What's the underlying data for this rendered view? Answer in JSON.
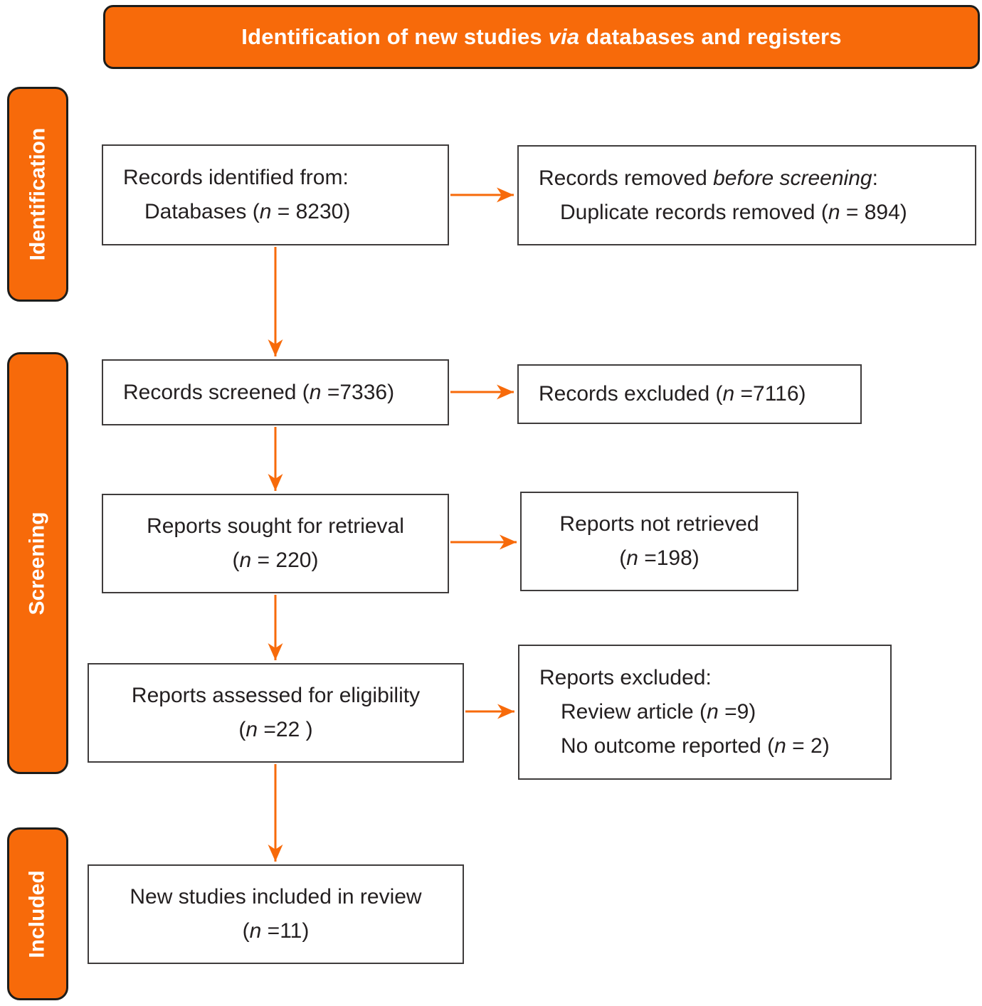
{
  "colors": {
    "accent_orange": "#f76a0a",
    "box_border": "#3f3c3c",
    "banner_border": "#1d1d1b",
    "text": "#231f20",
    "background": "#ffffff"
  },
  "title": {
    "runs": [
      {
        "t": "Identification of new studies "
      },
      {
        "t": "via",
        "i": true
      },
      {
        "t": " databases and registers"
      }
    ]
  },
  "stages": [
    {
      "label": "Identification"
    },
    {
      "label": "Screening"
    },
    {
      "label": "Included"
    }
  ],
  "boxes": {
    "records_identified": {
      "lines": [
        [
          {
            "t": "Records identified from:"
          }
        ],
        [
          {
            "t": "Databases ("
          },
          {
            "t": "n",
            "i": true
          },
          {
            "t": " = 8230)"
          }
        ]
      ]
    },
    "records_removed": {
      "lines": [
        [
          {
            "t": "Records removed "
          },
          {
            "t": "before screening",
            "i": true
          },
          {
            "t": ":"
          }
        ],
        [
          {
            "t": "Duplicate records removed ("
          },
          {
            "t": "n",
            "i": true
          },
          {
            "t": " = 894)"
          }
        ]
      ]
    },
    "records_screened": {
      "lines": [
        [
          {
            "t": "Records screened ("
          },
          {
            "t": "n",
            "i": true
          },
          {
            "t": " =7336)"
          }
        ]
      ]
    },
    "records_excluded": {
      "lines": [
        [
          {
            "t": "Records excluded ("
          },
          {
            "t": "n",
            "i": true
          },
          {
            "t": " =7116)"
          }
        ]
      ]
    },
    "reports_sought": {
      "lines": [
        [
          {
            "t": "Reports sought for retrieval"
          }
        ],
        [
          {
            "t": "("
          },
          {
            "t": "n",
            "i": true
          },
          {
            "t": " = 220)"
          }
        ]
      ]
    },
    "reports_not_retrieved": {
      "lines": [
        [
          {
            "t": "Reports not retrieved"
          }
        ],
        [
          {
            "t": "("
          },
          {
            "t": "n",
            "i": true
          },
          {
            "t": " =198)"
          }
        ]
      ]
    },
    "reports_assessed": {
      "lines": [
        [
          {
            "t": "Reports assessed for eligibility"
          }
        ],
        [
          {
            "t": "("
          },
          {
            "t": "n",
            "i": true
          },
          {
            "t": " =22 )"
          }
        ]
      ]
    },
    "reports_excluded": {
      "lines": [
        [
          {
            "t": "Reports excluded:"
          }
        ],
        [
          {
            "t": "Review article ("
          },
          {
            "t": "n",
            "i": true
          },
          {
            "t": " =9)"
          }
        ],
        [
          {
            "t": "No outcome reported ("
          },
          {
            "t": "n",
            "i": true
          },
          {
            "t": " = 2)"
          }
        ]
      ]
    },
    "new_studies": {
      "lines": [
        [
          {
            "t": "New studies included in review"
          }
        ],
        [
          {
            "t": "("
          },
          {
            "t": "n",
            "i": true
          },
          {
            "t": " =11)"
          }
        ]
      ]
    }
  }
}
